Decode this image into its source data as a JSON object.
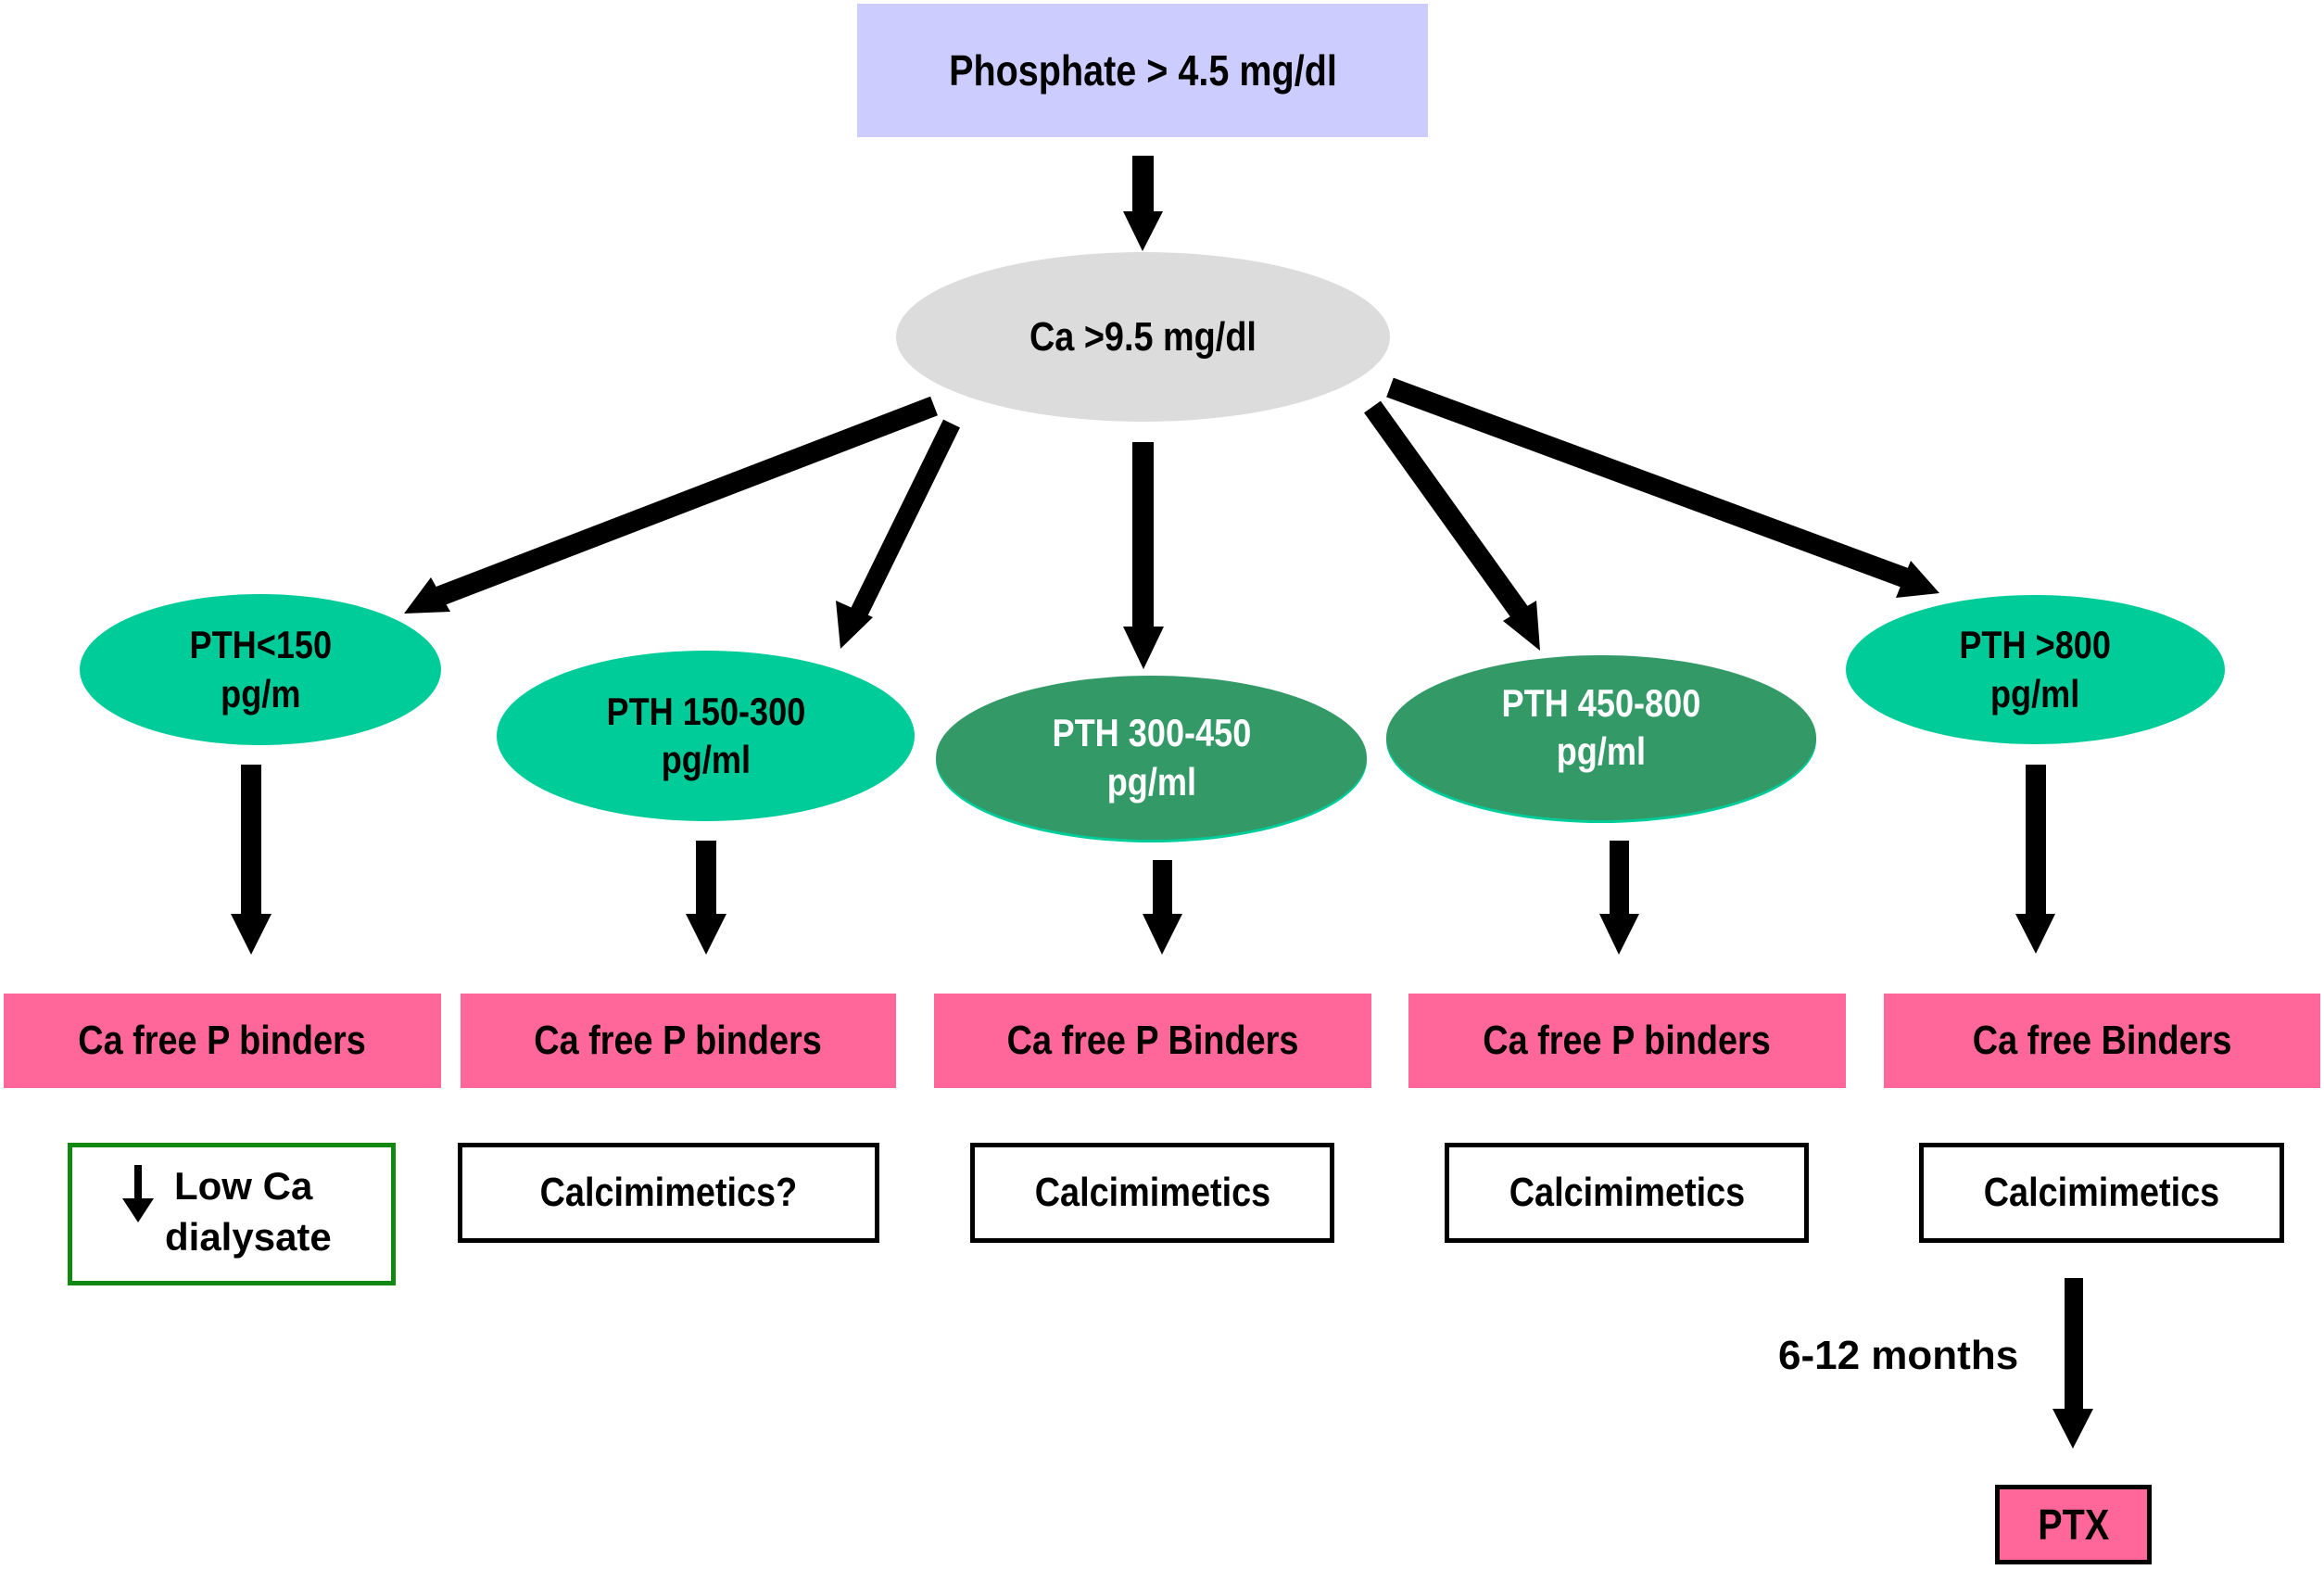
{
  "diagram": {
    "start": {
      "label": "Phosphate  >  4.5 mg/dl",
      "color": "#ccccff"
    },
    "decision": {
      "label": "Ca >9.5  mg/dl",
      "color": "#dcdcdc"
    },
    "branches": [
      {
        "pth_line1": "PTH<150",
        "pth_line2": "pg/m",
        "style": "light",
        "binder": "Ca free P binders",
        "therapy_line1": "Low Ca",
        "therapy_line2": "dialysate",
        "therapy_icon": "down-arrow-icon"
      },
      {
        "pth_line1": "PTH 150-300",
        "pth_line2": "pg/ml",
        "style": "light",
        "binder": "Ca free P binders",
        "therapy": "Calcimimetics?"
      },
      {
        "pth_line1": "PTH 300-450",
        "pth_line2": "pg/ml",
        "style": "dark",
        "binder": "Ca free P Binders",
        "therapy": "Calcimimetics"
      },
      {
        "pth_line1": "PTH 450-800",
        "pth_line2": "pg/ml",
        "style": "dark",
        "binder": "Ca free P binders",
        "therapy": "Calcimimetics"
      },
      {
        "pth_line1": "PTH >800",
        "pth_line2": "pg/ml",
        "style": "light",
        "binder": "Ca free Binders",
        "therapy": "Calcimimetics",
        "followup_label": "6-12 months",
        "followup": "PTX"
      }
    ],
    "colors": {
      "pth_light": "#00cc99",
      "pth_dark": "#339966",
      "binder": "#ff6699",
      "low_ca_border": "#118811",
      "arrow": "#000000"
    }
  }
}
